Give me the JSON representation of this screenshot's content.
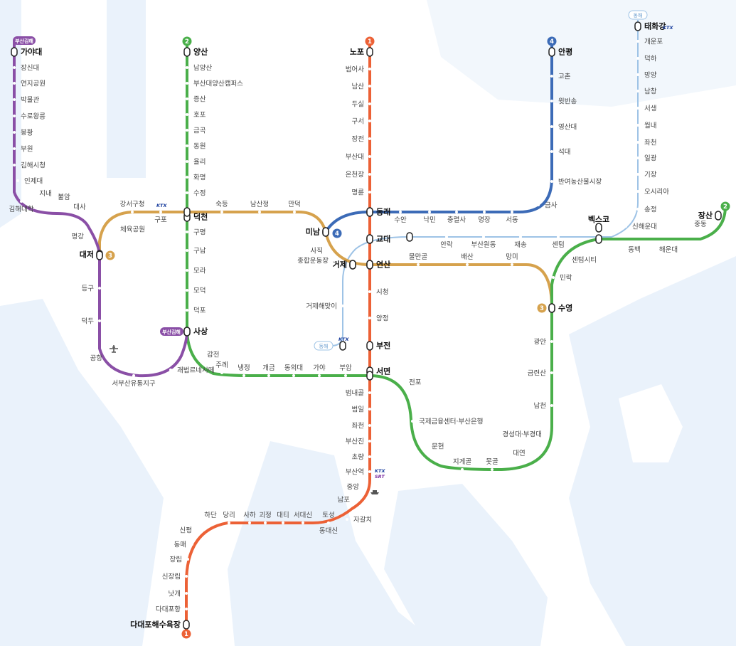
{
  "colors": {
    "line1": "#ec6136",
    "line2": "#4aaf4a",
    "line3": "#d6a24d",
    "line4": "#3c6bb7",
    "bgl": "#8a4fa6",
    "donghae": "#9ec3e6",
    "bg_shape": "#eaf2fb"
  },
  "lines": {
    "line1": {
      "badge": "1"
    },
    "line2": {
      "badge": "2"
    },
    "line3": {
      "badge": "3"
    },
    "line4": {
      "badge": "4"
    },
    "bgl": {
      "tag": "부산김해"
    },
    "donghae": {
      "tag": "동해"
    }
  },
  "tags": {
    "ktx": "KTX",
    "srt": "SRT",
    "airport_icon": "airplane-icon",
    "ferry_icon": "ship-icon"
  },
  "stations": {
    "line1": [
      "노포",
      "범어사",
      "남산",
      "두실",
      "구서",
      "장전",
      "부산대",
      "온천장",
      "명륜",
      "동래",
      "교대",
      "연산",
      "시청",
      "양정",
      "부전",
      "서면",
      "범내골",
      "범일",
      "좌천",
      "부산진",
      "초량",
      "부산역",
      "중앙",
      "남포",
      "자갈치",
      "토성",
      "동대신",
      "서대신",
      "대티",
      "괴정",
      "사하",
      "당리",
      "하단",
      "신평",
      "동매",
      "장림",
      "신장림",
      "낫개",
      "다대포항",
      "다대포해수욕장"
    ],
    "line2": [
      "양산",
      "남양산",
      "부산대양산캠퍼스",
      "증산",
      "호포",
      "금곡",
      "동원",
      "율리",
      "화명",
      "수정",
      "덕천",
      "구명",
      "구남",
      "모라",
      "모덕",
      "덕포",
      "사상",
      "감전",
      "주례",
      "냉정",
      "개금",
      "동의대",
      "가야",
      "부암",
      "서면",
      "전포",
      "국제금융센터·부산은행",
      "문현",
      "지게골",
      "못골",
      "대연",
      "경성대·부경대",
      "남천",
      "금련산",
      "광안",
      "수영",
      "민락",
      "센텀시티",
      "벡스코",
      "동백",
      "해운대",
      "중동",
      "장산"
    ],
    "line3": [
      "수영",
      "망미",
      "배산",
      "물만골",
      "연산",
      "거제",
      "종합운동장",
      "사직",
      "미남",
      "만덕",
      "남산정",
      "숙등",
      "덕천",
      "구포",
      "강서구청",
      "체육공원",
      "대저"
    ],
    "line4": [
      "미남",
      "동래",
      "수안",
      "낙민",
      "충렬사",
      "명장",
      "서동",
      "금사",
      "반여농산물시장",
      "석대",
      "영산대",
      "윗반송",
      "고촌",
      "안평"
    ],
    "bgl": [
      "가야대",
      "장신대",
      "연지공원",
      "박물관",
      "수로왕릉",
      "봉황",
      "부원",
      "김해시청",
      "인제대",
      "김해대학",
      "지내",
      "불암",
      "대사",
      "평강",
      "대저",
      "등구",
      "덕두",
      "공항",
      "서부산유통지구",
      "괘법르네시떼",
      "사상"
    ],
    "donghae": [
      "태화강",
      "개운포",
      "덕하",
      "망양",
      "남창",
      "서생",
      "월내",
      "좌천",
      "일광",
      "기장",
      "오시리아",
      "송정",
      "신해운대",
      "벡스코",
      "센텀",
      "재송",
      "부산원동",
      "안락",
      "동래",
      "교대",
      "거제",
      "거제해맞이",
      "부전"
    ]
  }
}
